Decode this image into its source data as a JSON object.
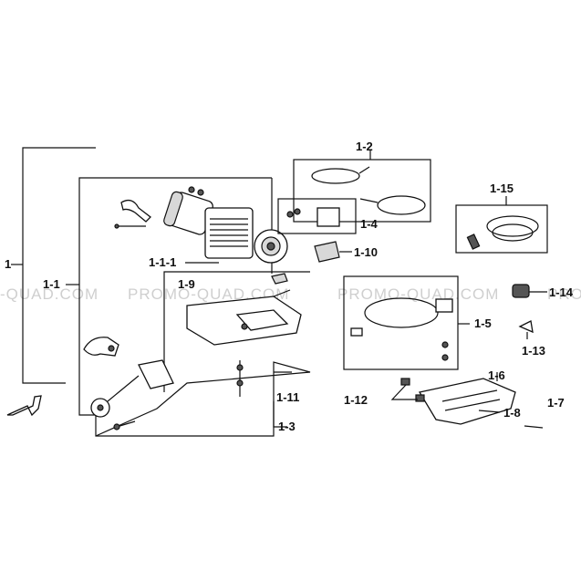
{
  "watermark": {
    "text_left": "-QUAD.COM",
    "text_mid": "PROMO-QUAD.COM",
    "text_right": "PROMO-QUAD.COM",
    "text_edge": "PRO"
  },
  "callouts": {
    "c_1": "1",
    "c_1_1": "1-1",
    "c_1_1_1": "1-1-1",
    "c_1_2": "1-2",
    "c_1_3": "1-3",
    "c_1_4": "1-4",
    "c_1_5": "1-5",
    "c_1_6": "1-6",
    "c_1_7": "1-7",
    "c_1_8": "1-8",
    "c_1_9": "1-9",
    "c_1_10": "1-10",
    "c_1_11": "1-11",
    "c_1_12": "1-12",
    "c_1_13": "1-13",
    "c_1_14": "1-14",
    "c_1_15": "1-15"
  }
}
